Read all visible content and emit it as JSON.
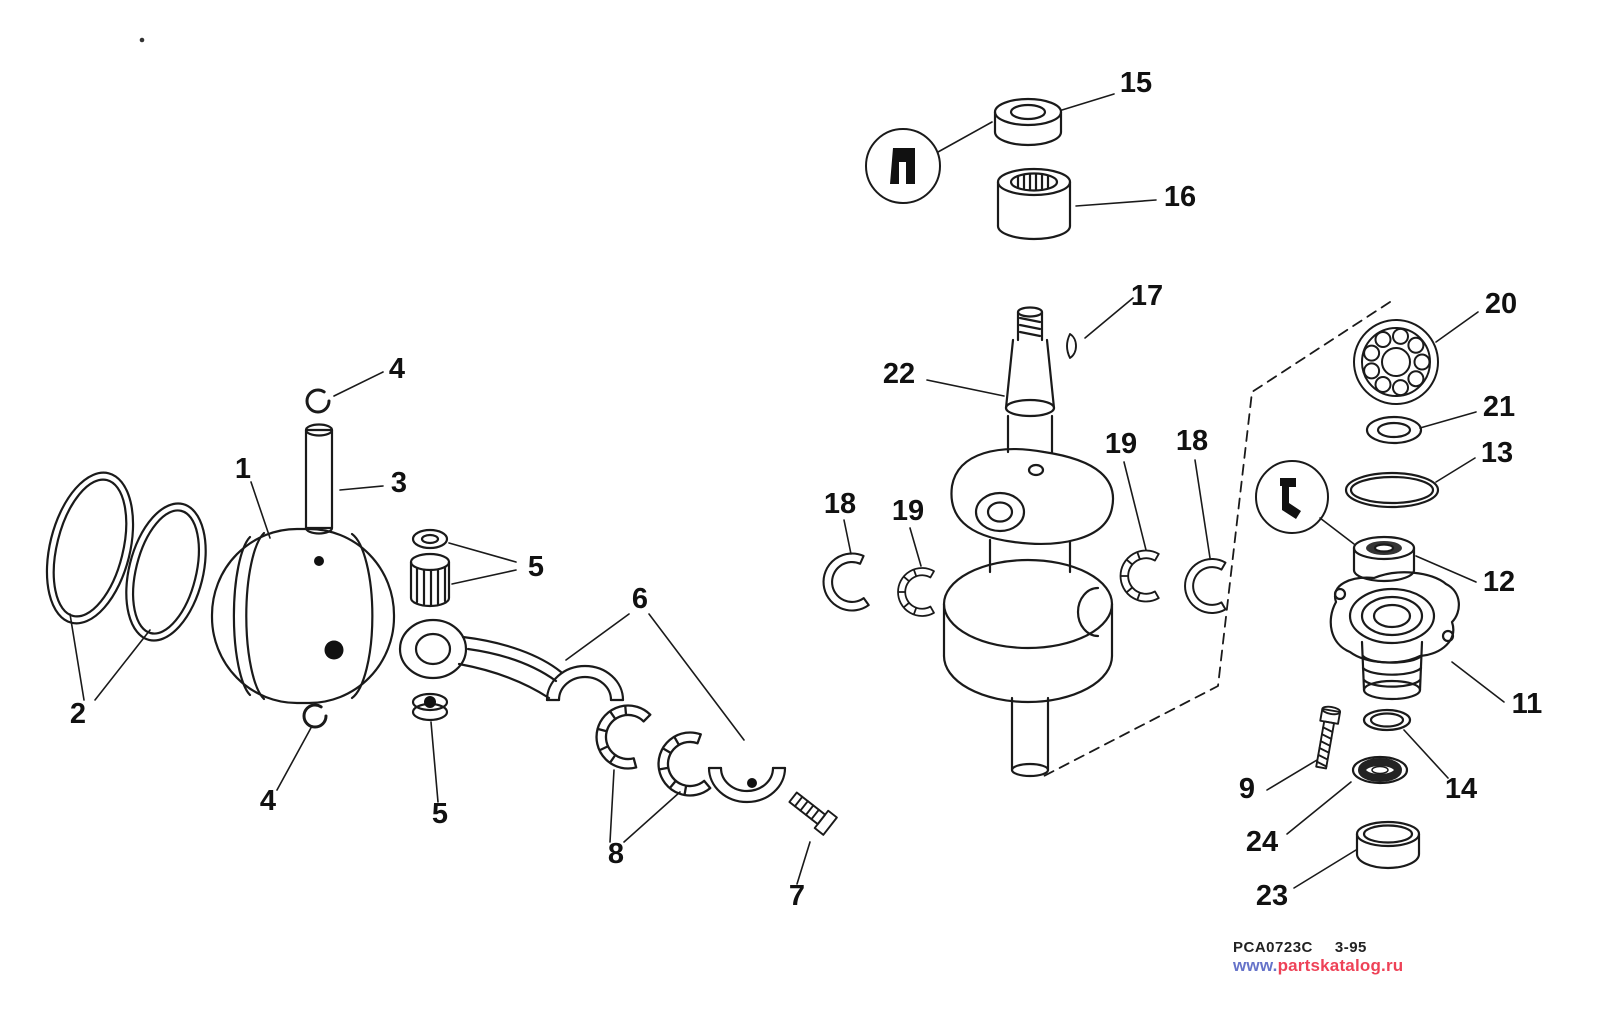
{
  "diagram": {
    "background": "#ffffff",
    "line_color": "#1a1a1a",
    "footer": {
      "code": "PCA0723C",
      "revision": "3-95",
      "watermark_www": "www.",
      "watermark_site": "partskatalog.ru",
      "watermark_www_color": "#6673c9",
      "watermark_site_color": "#ee4257"
    },
    "labels": [
      {
        "text": "15"
      },
      {
        "text": "16"
      },
      {
        "text": "17"
      },
      {
        "text": "20"
      },
      {
        "text": "22"
      },
      {
        "text": "21"
      },
      {
        "text": "4"
      },
      {
        "text": "3"
      },
      {
        "text": "13"
      },
      {
        "text": "1"
      },
      {
        "text": "19"
      },
      {
        "text": "18"
      },
      {
        "text": "18"
      },
      {
        "text": "19"
      },
      {
        "text": "5"
      },
      {
        "text": "12"
      },
      {
        "text": "6"
      },
      {
        "text": "2"
      },
      {
        "text": "11"
      },
      {
        "text": "4"
      },
      {
        "text": "5"
      },
      {
        "text": "9"
      },
      {
        "text": "14"
      },
      {
        "text": "8"
      },
      {
        "text": "24"
      },
      {
        "text": "7"
      },
      {
        "text": "23"
      }
    ]
  }
}
